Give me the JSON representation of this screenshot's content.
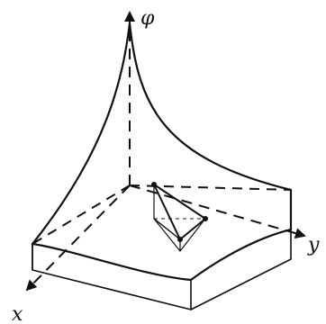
{
  "diagram": {
    "axis_labels": {
      "vertical": "φ",
      "x": "x",
      "y": "y"
    },
    "colors": {
      "ink": "#111111",
      "background": "#ffffff"
    }
  }
}
